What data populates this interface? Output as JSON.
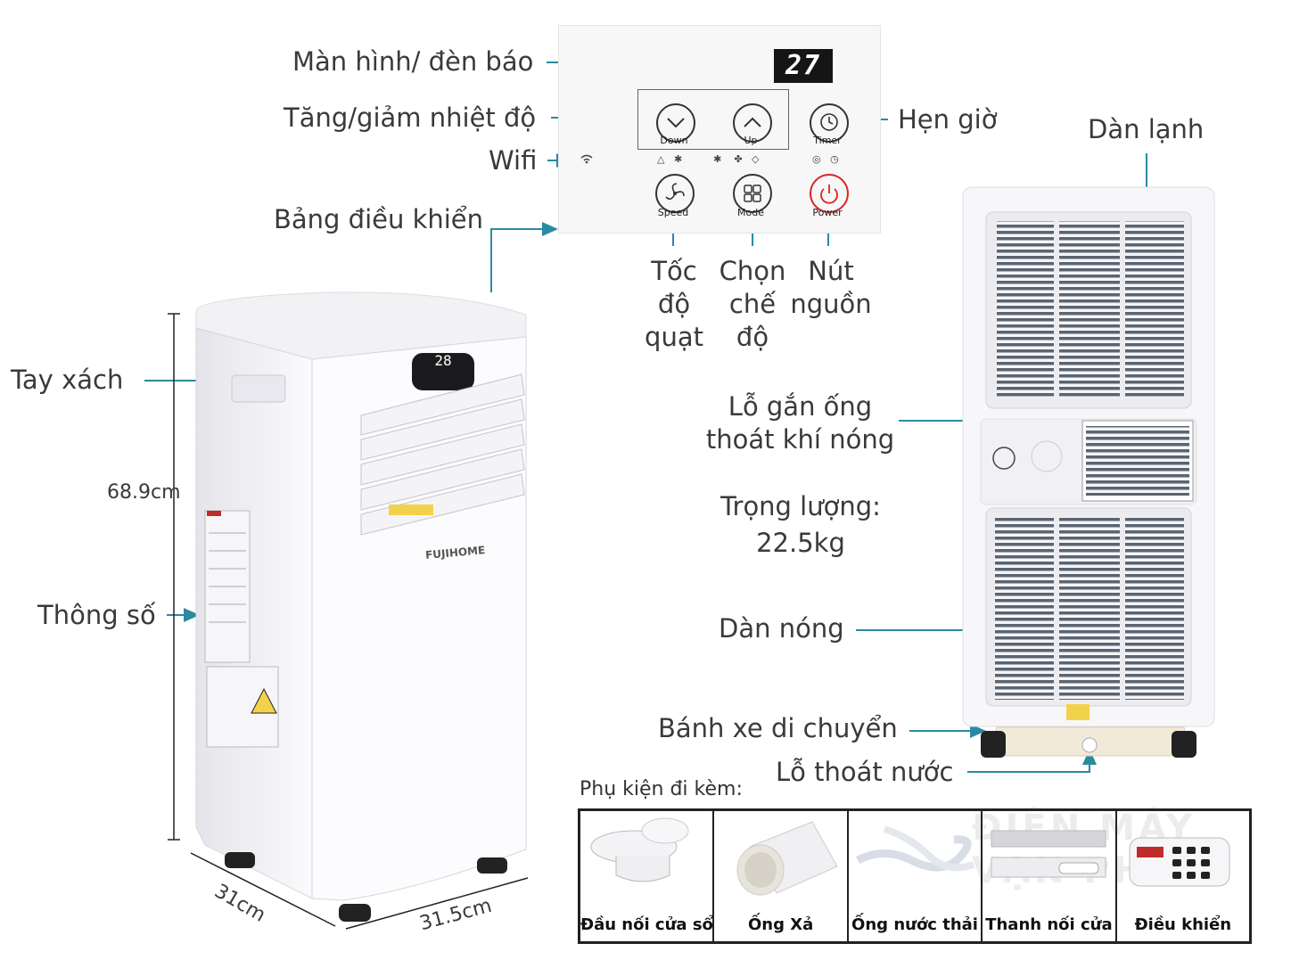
{
  "labels": {
    "man_hinh": "Màn hình/ đèn báo",
    "tang_giam": "Tăng/giảm nhiệt độ",
    "wifi": "Wifi",
    "bang_dieu_khien": "Bảng điều khiển",
    "hen_gio": "Hẹn giờ",
    "dan_lanh": "Dàn lạnh",
    "toc_do_quat": [
      "Tốc",
      "độ",
      "quạt"
    ],
    "chon_che_do": [
      "Chọn",
      "chế",
      "độ"
    ],
    "nut_nguon": [
      "Nút",
      "nguồn"
    ],
    "tay_xach": "Tay xách",
    "thong_so": "Thông số",
    "lo_gan_ong": [
      "Lỗ gắn ống",
      "thoát khí nóng"
    ],
    "trong_luong": [
      "Trọng lượng:",
      "22.5kg"
    ],
    "dan_nong": "Dàn nóng",
    "banh_xe": "Bánh xe di chuyển",
    "lo_thoat_nuoc": "Lỗ thoát nước"
  },
  "dimensions": {
    "height": "68.9cm",
    "depth": "31cm",
    "width": "31.5cm"
  },
  "panel": {
    "display": "27",
    "buttons": [
      "Down",
      "Up",
      "Timer",
      "Speed",
      "Mode",
      "Power"
    ]
  },
  "unit": {
    "brand": "FUJIHOME",
    "display": "28"
  },
  "accessories": {
    "title": "Phụ kiện đi kèm:",
    "items": [
      "Đầu nối cửa sổ",
      "Ống Xả",
      "Ống nước thải",
      "Thanh nối cửa",
      "Điều khiển"
    ]
  },
  "watermark": [
    "ĐIỆN MÁY",
    "VẠN PHÚC"
  ],
  "colors": {
    "arrow": "#2a8aa0",
    "text": "#3a3a3a",
    "power": "#dd2222"
  }
}
